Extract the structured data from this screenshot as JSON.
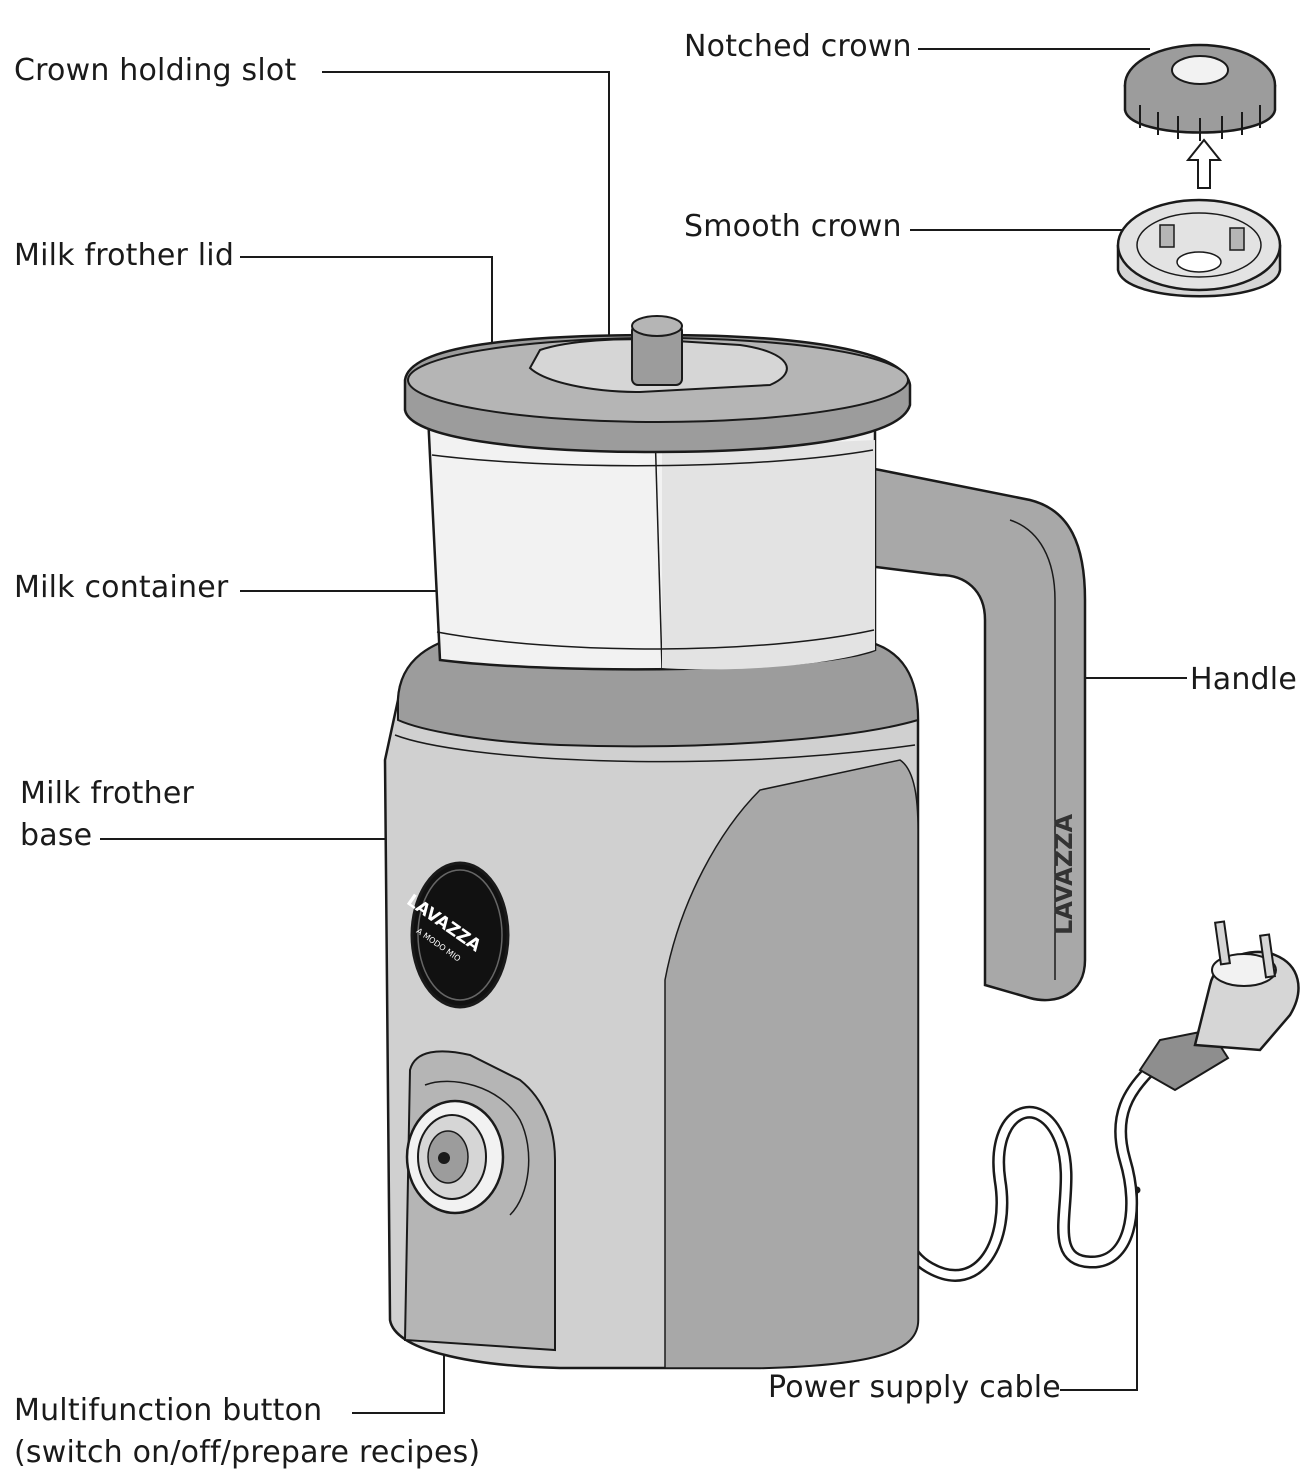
{
  "labels": {
    "crown_holding_slot": "Crown holding slot",
    "milk_frother_lid": "Milk frother lid",
    "milk_container": "Milk container",
    "milk_frother_base_line1": "Milk frother",
    "milk_frother_base_line2": "base",
    "multifunction_button_line1": "Multifunction button",
    "multifunction_button_line2": "(switch on/off/prepare recipes)",
    "notched_crown": "Notched crown",
    "smooth_crown": "Smooth crown",
    "handle": "Handle",
    "power_supply_cable": "Power supply cable"
  },
  "brand": {
    "logo_text": "LAVAZZA",
    "logo_subtext": "A MODO MIO",
    "handle_text": "LAVAZZA"
  },
  "colors": {
    "line": "#1a1a1a",
    "dark_gray": "#8e8e8e",
    "mid_gray": "#b5b5b5",
    "light_gray": "#d6d6d6",
    "white_part": "#f2f2f2",
    "logo_black": "#111111"
  }
}
